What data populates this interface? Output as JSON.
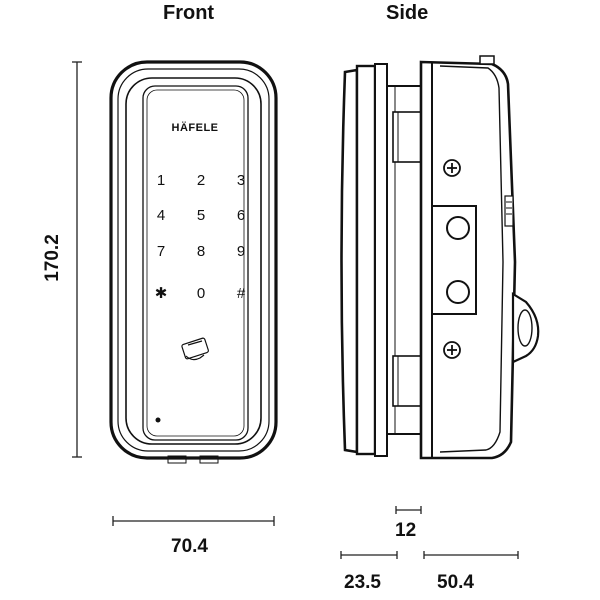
{
  "views": {
    "front": "Front",
    "side": "Side"
  },
  "brand": "HÄFELE",
  "keypad": [
    "1",
    "2",
    "3",
    "4",
    "5",
    "6",
    "7",
    "8",
    "9",
    "✱",
    "0",
    "#"
  ],
  "dimensions": {
    "height": "170.2",
    "width": "70.4",
    "thickness_small": "12",
    "thickness_front": "23.5",
    "thickness_back": "50.4"
  }
}
